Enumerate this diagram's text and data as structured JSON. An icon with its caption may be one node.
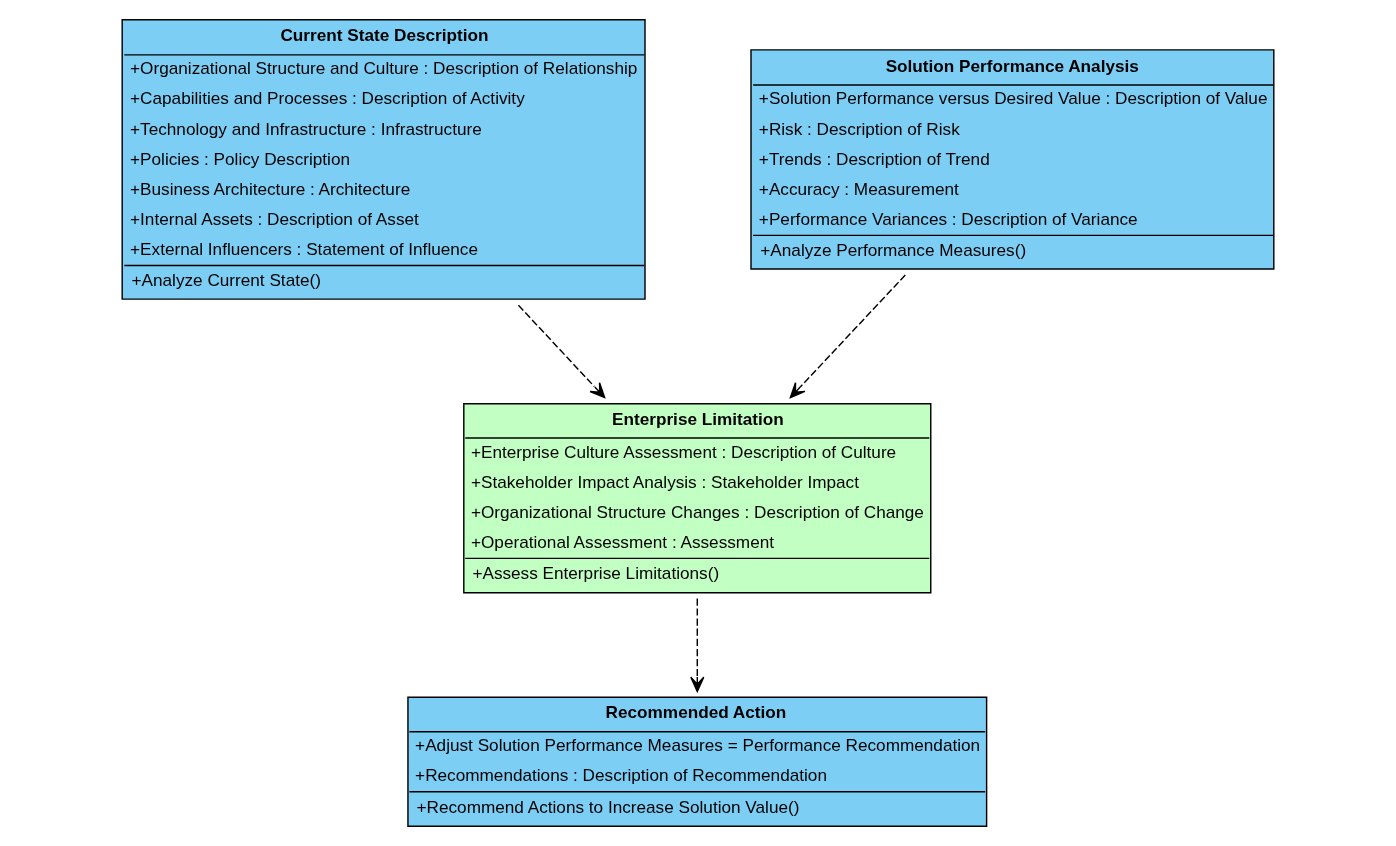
{
  "diagram": {
    "nodes": [
      {
        "text": [
          "Current State Description",
          "+Organizational Structure and Culture : Description of Relationship",
          "+Capabilities and Processes : Description of Activity",
          "+Technology and Infrastructure : Infrastructure",
          "+Policies : Policy Description",
          "+Business Architecture : Architecture",
          "+Internal Assets : Description of Asset",
          "+External Influencers : Statement of Influence",
          "+Analyze Current State()"
        ]
      },
      {
        "text": [
          "Solution Performance Analysis",
          "+Solution Performance versus Desired Value : Description of Value",
          "+Risk : Description of Risk",
          "+Trends : Description of Trend",
          "+Accuracy : Measurement",
          "+Performance Variances : Description of Variance",
          "+Analyze Performance Measures()"
        ]
      },
      {
        "text": [
          "Enterprise Limitation",
          "+Enterprise Culture Assessment : Description of Culture",
          "+Stakeholder Impact Analysis : Stakeholder Impact",
          "+Organizational Structure Changes : Description of Change",
          "+Operational Assessment : Assessment",
          "+Assess Enterprise Limitations()"
        ]
      },
      {
        "text": [
          "Recommended Action",
          "+Adjust Solution Performance Measures = Performance Recommendation",
          "+Recommendations : Description of Recommendation",
          "+Recommend Actions to Increase Solution Value()"
        ]
      }
    ],
    "edges": [
      {
        "from": 0,
        "to": 2,
        "arrow": "to",
        "style": "dashed"
      },
      {
        "from": 1,
        "to": 2,
        "arrow": "to",
        "style": "dashed"
      },
      {
        "from": 2,
        "to": 3,
        "arrow": "to",
        "style": "dashed"
      }
    ]
  }
}
